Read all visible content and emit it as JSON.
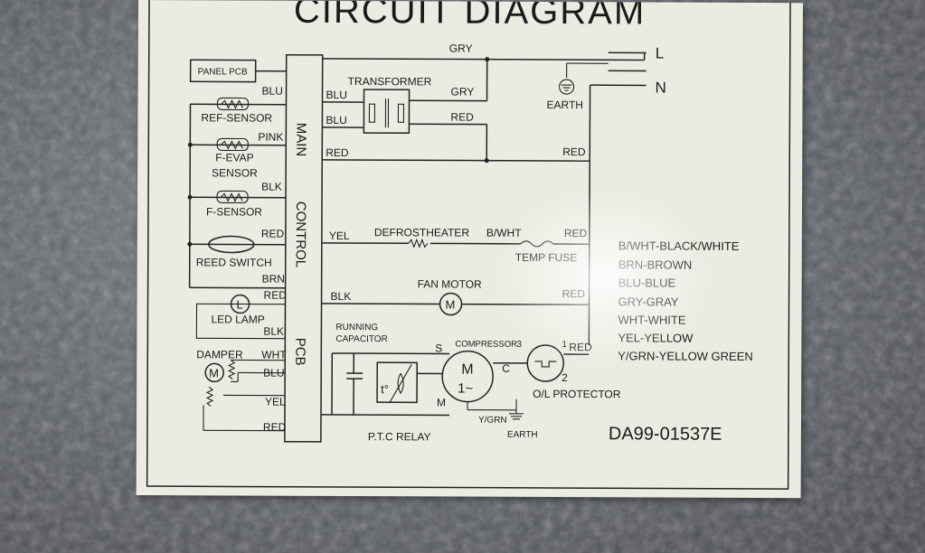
{
  "title": "CIRCUIT DIAGRAM",
  "pcb": {
    "panel_pcb": "PANEL PCB",
    "main_control_pcb": [
      "MAIN",
      "CONTROL",
      "PCB"
    ]
  },
  "power": {
    "line": "L",
    "neutral": "N",
    "earth": "EARTH"
  },
  "components": {
    "transformer": "TRANSFORMER",
    "ref_sensor": "REF-SENSOR",
    "f_evap_sensor": [
      "F-EVAP",
      "SENSOR"
    ],
    "f_sensor": "F-SENSOR",
    "reed_switch": "REED SWITCH",
    "led_lamp": "LED LAMP",
    "lamp_symbol": "L",
    "damper": "DAMPER",
    "damper_motor": "M",
    "defrost_heater": "DEFROSTHEATER",
    "temp_fuse": "TEMP FUSE",
    "fan_motor": "FAN MOTOR",
    "fan_motor_symbol": "M",
    "running_capacitor": [
      "RUNNING",
      "CAPACITOR"
    ],
    "compressor": "COMPRESSOR",
    "compressor_symbol": [
      "M",
      "1~"
    ],
    "compressor_terminals": [
      "S",
      "C",
      "M"
    ],
    "ol_protector": "O/L PROTECTOR",
    "ol_terminals": [
      "3",
      "1",
      "2"
    ],
    "ptc_relay": "P.T.C RELAY",
    "ptc_symbol": "t°",
    "compressor_earth": [
      "Y/GRN",
      "EARTH"
    ]
  },
  "wires": {
    "gry_top": "GRY",
    "gry_transformer": "GRY",
    "blu_panel": "BLU",
    "blu_tr1": "BLU",
    "blu_tr2": "BLU",
    "red_transformer": "RED",
    "red_main": "RED",
    "red_right": "RED",
    "pink": "PINK",
    "blk_f_sensor": "BLK",
    "red_reed": "RED",
    "brn": "BRN",
    "red_led": "RED",
    "blk_led": "BLK",
    "wht_damper": "WHT",
    "blu_damper": "BLU",
    "yel_damper": "YEL",
    "red_damper": "RED",
    "yel_heater": "YEL",
    "bwht_heater": "B/WHT",
    "red_fuse": "RED",
    "blk_fan": "BLK",
    "red_fan": "RED",
    "red_ol": "RED"
  },
  "legend": [
    "B/WHT-BLACK/WHITE",
    "BRN-BROWN",
    "BLU-BLUE",
    "GRY-GRAY",
    "WHT-WHITE",
    "YEL-YELLOW",
    "Y/GRN-YELLOW GREEN"
  ],
  "part_number": "DA99-01537E"
}
